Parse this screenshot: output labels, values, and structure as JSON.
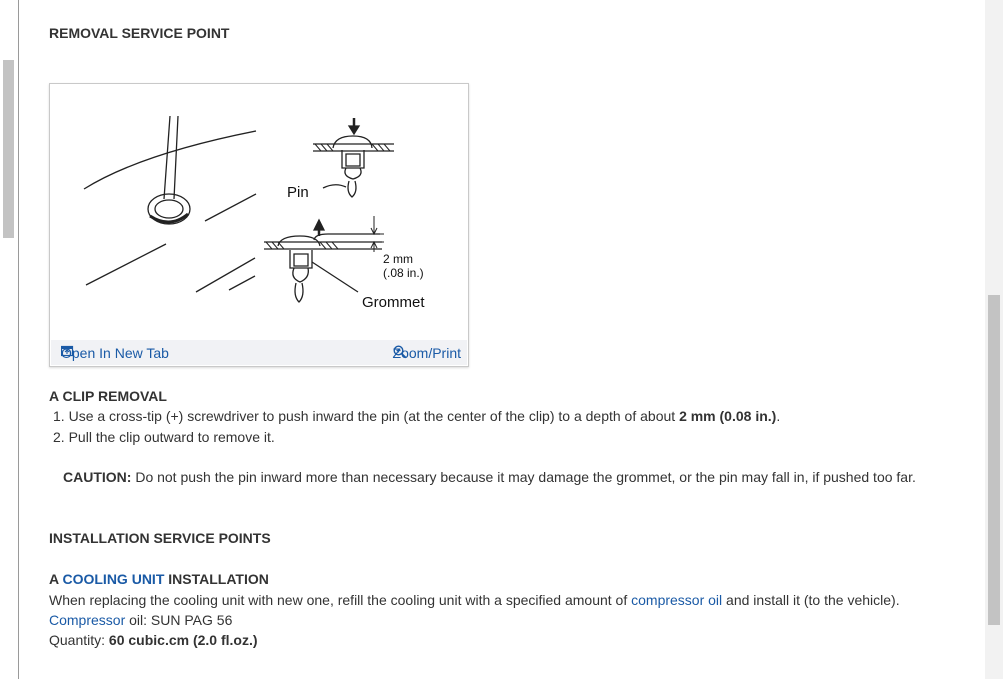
{
  "heading_removal": "REMOVAL SERVICE POINT",
  "figure": {
    "label_pin": "Pin",
    "label_dim_mm": "2 mm",
    "label_dim_in": "(.08 in.)",
    "label_grommet": "Grommet",
    "open_tab": "Open In New Tab",
    "zoom_print": "Zoom/Print"
  },
  "clip": {
    "title": "A CLIP REMOVAL",
    "step1_num": "1.",
    "step1_text": "Use a cross-tip (+) screwdriver to push inward the pin (at the center of the clip) to a depth of about",
    "step1_bold": "2 mm (0.08 in.)",
    "step1_end": ".",
    "step2_num": "2.",
    "step2_text": "Pull the clip outward to remove it.",
    "caution_label": "CAUTION:",
    "caution_text": "Do not push the pin inward more than necessary because it may damage the grommet, or the pin may fall in, if pushed too far."
  },
  "heading_install": "INSTALLATION SERVICE POINTS",
  "cooling": {
    "title_prefix": "A",
    "title_link": "COOLING UNIT",
    "title_suffix": "INSTALLATION",
    "para_start": "When replacing the cooling unit with new one, refill the cooling unit with a specified amount of",
    "para_link": "compressor oil",
    "para_end": "and install it (to the vehicle).",
    "oil_link": "Compressor",
    "oil_rest": "oil: SUN PAG 56",
    "qty_label": "Quantity:",
    "qty_value": "60 cubic.cm (2.0 fl.oz.)"
  },
  "icons": {
    "open": "open-in-new-tab-icon",
    "zoom": "zoom-icon"
  },
  "colors": {
    "link": "#1a5aa6"
  }
}
